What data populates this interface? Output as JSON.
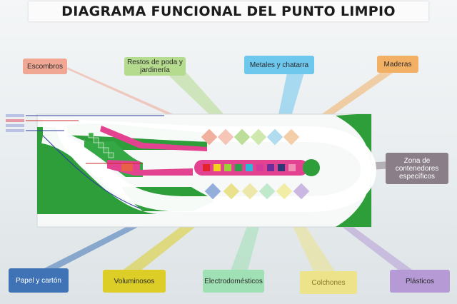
{
  "title": "DIAGRAMA FUNCIONAL DEL PUNTO LIMPIO",
  "labels": {
    "escombros": "Escombros",
    "restos_poda": "Restos de poda y jardinería",
    "metales": "Metales y chatarra",
    "maderas": "Maderas",
    "zona_contenedores": "Zona de contenedores específicos",
    "papel": "Papel y cartón",
    "voluminosos": "Voluminosos",
    "electrodomesticos": "Electrodomésticos",
    "colchones": "Colchones",
    "plasticos": "Plásticos"
  },
  "colors": {
    "escombros": "#f0a895",
    "restos_poda": "#b5db8e",
    "metales": "#6ec8ee",
    "maderas": "#f2b065",
    "zona_contenedores": "#8a7f88",
    "papel": "#3f73b5",
    "voluminosos": "#dccd27",
    "electrodomesticos": "#9fe0b4",
    "colchones": "#ece38a",
    "plasticos": "#b59ad5",
    "green": "#2e9e3b",
    "magenta": "#e2428f",
    "road": "#ffffff"
  }
}
